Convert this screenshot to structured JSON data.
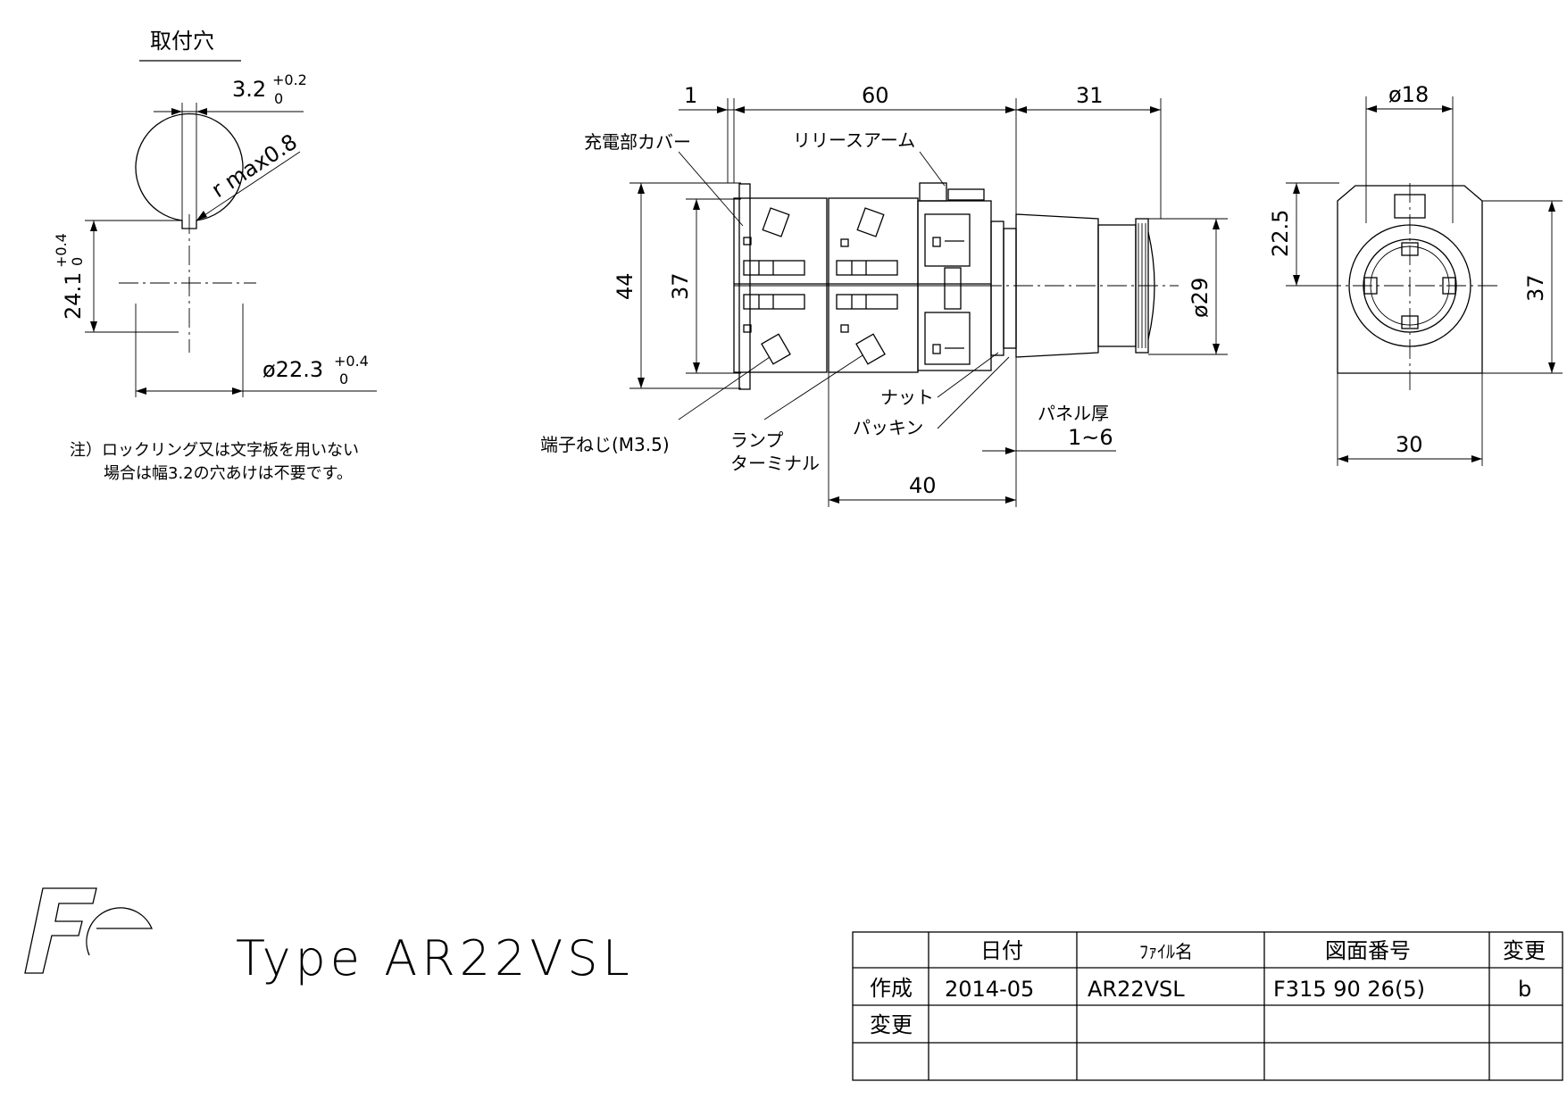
{
  "mounting_hole": {
    "title": "取付穴",
    "slot_width": "3.2",
    "slot_tol_upper": "+0.2",
    "slot_tol_lower": "0",
    "corner_radius": "r max0.8",
    "height": "24.1",
    "height_tol_upper": "+0.4",
    "height_tol_lower": "0",
    "diameter": "ø22.3",
    "diameter_tol_upper": "+0.4",
    "diameter_tol_lower": "0",
    "note_line1": "注）ロックリング又は文字板を用いない",
    "note_line2": "場合は幅3.2の穴あけは不要です。"
  },
  "side_view": {
    "dim_cover": "1",
    "dim_body": "60",
    "dim_head": "31",
    "dim_height_total": "44",
    "dim_height_body": "37",
    "dim_head_dia": "ø29",
    "dim_panel_to_back": "40",
    "label_cover": "充電部カバー",
    "label_release_arm": "リリースアーム",
    "label_nut": "ナット",
    "label_packing": "パッキン",
    "label_panel_line1": "パネル厚",
    "label_panel_line2": "1~6",
    "label_terminal_screw": "端子ねじ(M3.5)",
    "label_lamp_line1": "ランプ",
    "label_lamp_line2": "ターミナル"
  },
  "front_view": {
    "dim_top": "ø18",
    "dim_half": "22.5",
    "dim_height": "37",
    "dim_width": "30"
  },
  "footer": {
    "type_label": "Type AR22VSL"
  },
  "title_block": {
    "headers": [
      "",
      "日付",
      "ﾌｧｲﾙ名",
      "図面番号",
      "変更"
    ],
    "rows": [
      [
        "作成",
        "2014-05",
        "AR22VSL",
        "F315 90 26(5)",
        "b"
      ],
      [
        "変更",
        "",
        "",
        "",
        ""
      ],
      [
        "",
        "",
        "",
        "",
        ""
      ]
    ]
  }
}
